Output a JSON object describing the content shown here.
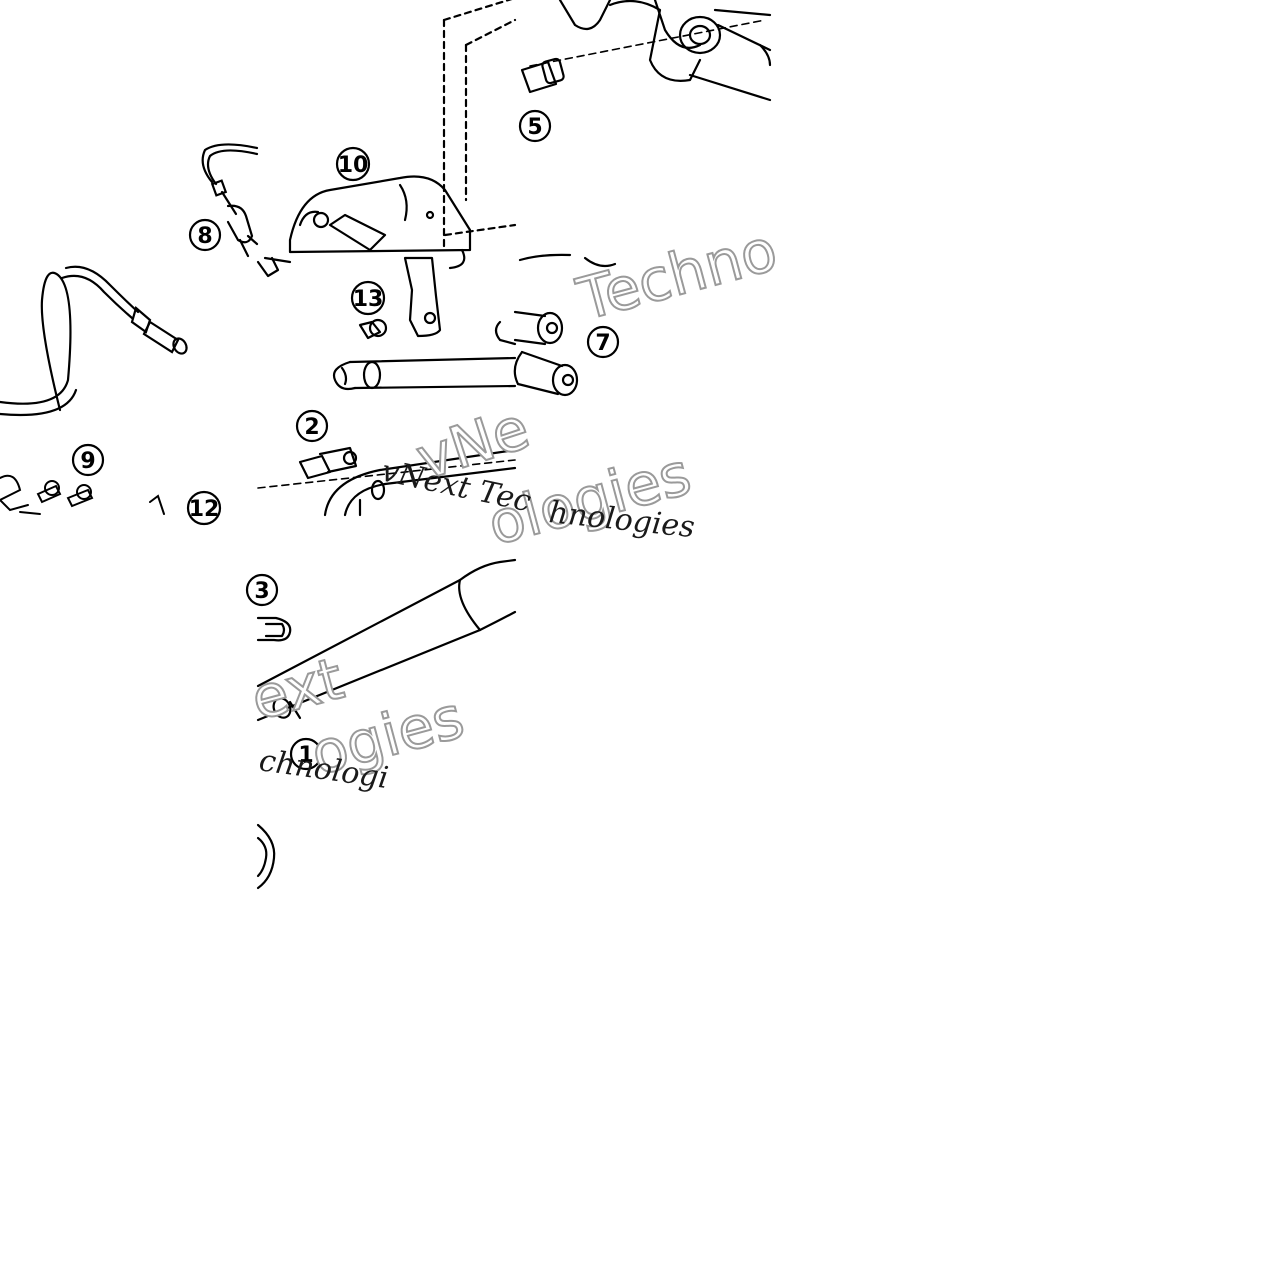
{
  "callouts": [
    {
      "id": "5",
      "label": "⑤"
    },
    {
      "id": "10",
      "label": "⑩"
    },
    {
      "id": "8",
      "label": "⑧"
    },
    {
      "id": "13",
      "label": "⑬"
    },
    {
      "id": "7",
      "label": "⑦"
    },
    {
      "id": "2",
      "label": "②"
    },
    {
      "id": "9",
      "label": "⑨"
    },
    {
      "id": "12",
      "label": "⑫"
    },
    {
      "id": "3",
      "label": "③"
    },
    {
      "id": "1",
      "label": "①"
    }
  ],
  "watermark": {
    "brand_a": "Techno",
    "brand_b": "vNext Tec",
    "brand_c": "hnologies",
    "brand_d": "vNe",
    "brand_e": "ologies",
    "brand_f": "ext",
    "brand_g": "ogies",
    "brand_h": "chnologi"
  },
  "colors": {
    "line": "#000000",
    "watermark_outline": "#9a9a9a",
    "background": "#ffffff"
  }
}
